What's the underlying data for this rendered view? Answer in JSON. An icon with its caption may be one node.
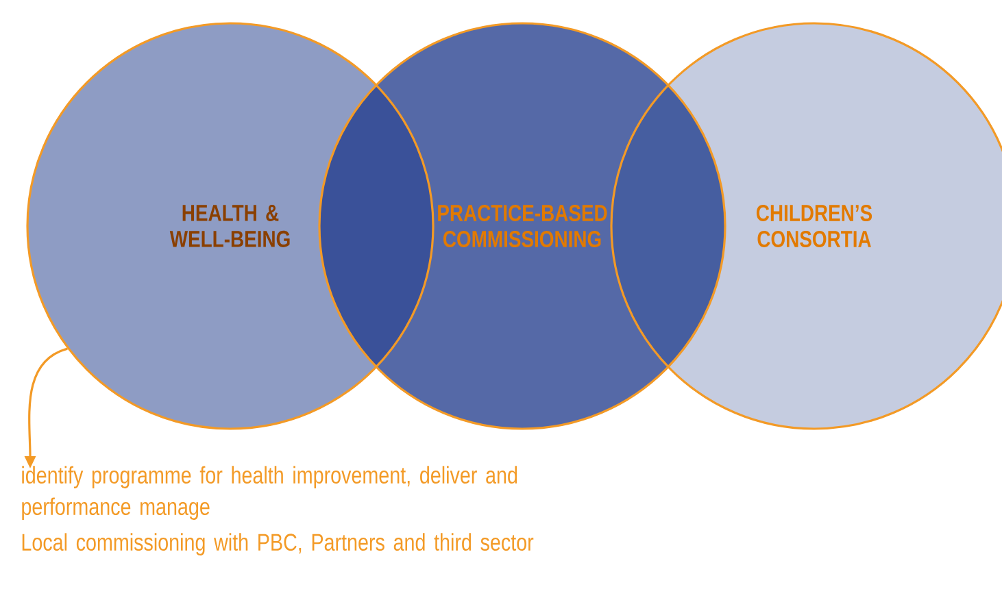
{
  "diagram": {
    "nodes": [
      {
        "text": [
          "HEALTH & WELL-BEING"
        ]
      },
      {
        "text": [
          "PRACTICE-BASED COMMISSIONING"
        ]
      },
      {
        "text": [
          "CHILDREN’S CONSORTIA"
        ]
      },
      {
        "text": [
          "identify programme for health improvement, deliver and performance manage",
          "Local commissioning with PBC, Partners and third sector"
        ]
      }
    ],
    "edges": [
      {
        "from": 0,
        "to": 3,
        "arrow": "to"
      }
    ]
  }
}
